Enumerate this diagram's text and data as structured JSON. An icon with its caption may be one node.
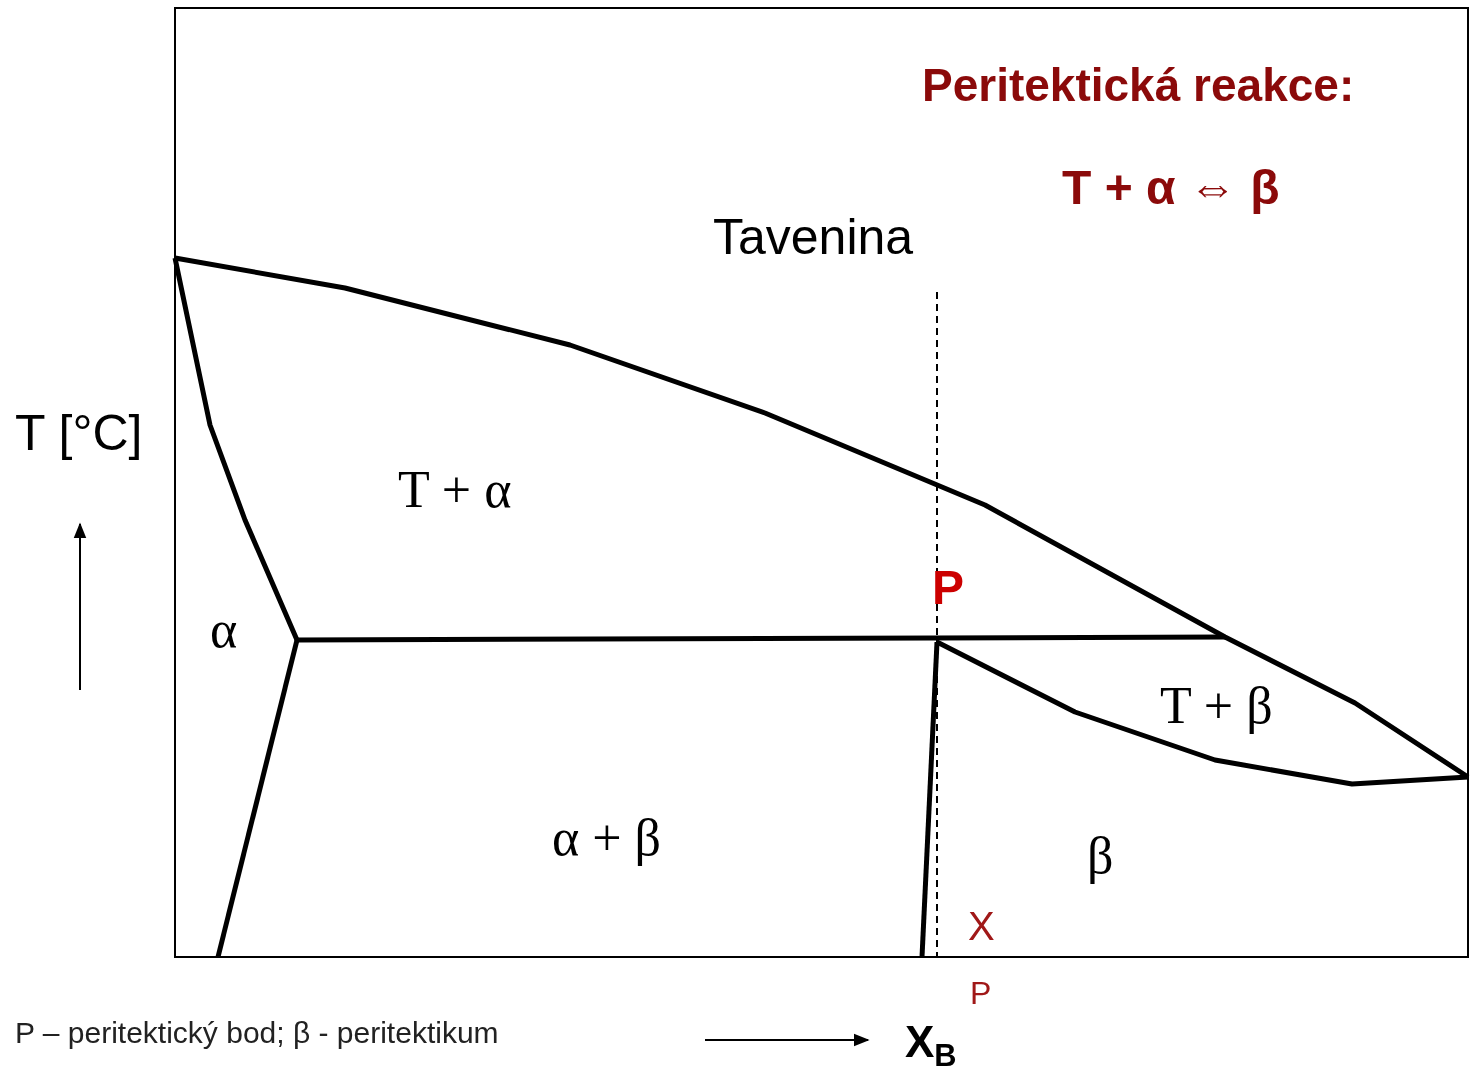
{
  "diagram": {
    "labels": [
      "Peritektická reakce:",
      "T + α ⇔ β",
      "Tavenina",
      "T [°C]",
      "T + α",
      "α",
      "P",
      "T + β",
      "α + β",
      "β",
      "X",
      "P",
      "P – peritektický bod; β - peritektikum",
      "X$_{B}$"
    ]
  }
}
